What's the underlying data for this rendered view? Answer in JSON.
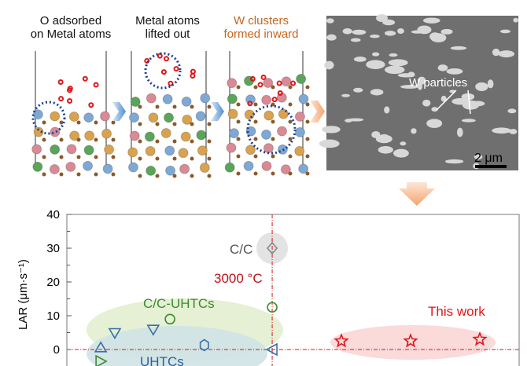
{
  "panels": {
    "step1": {
      "line1": "O adsorbed",
      "line2": "on Metal atoms"
    },
    "step2": {
      "line1": "Metal atoms",
      "line2": "lifted out"
    },
    "step3": {
      "line1": "W clusters",
      "line2": "formed inward"
    },
    "sem": {
      "label": "W particles",
      "scale_bar": "2 μm"
    }
  },
  "colors": {
    "red": "#e0161b",
    "green": "#3d8a2e",
    "blue": "#3a6fa5",
    "gray": "#888888",
    "orange": "#c8651f"
  },
  "chart_data": {
    "type": "scatter",
    "ylabel": "LAR (μm·s⁻¹)",
    "xlabel": "",
    "ylim": [
      -5,
      40
    ],
    "xlim": [
      0,
      100
    ],
    "yticks": [
      "40",
      "30",
      "20",
      "10",
      "0"
    ],
    "ytick_values": [
      40,
      30,
      20,
      10,
      0
    ],
    "reference_lines": {
      "vertical_label": "3000 °C",
      "vertical_x": 45.4,
      "horizontal_y": 0
    },
    "groups": [
      {
        "name": "C/C",
        "label": "C/C",
        "color": "#888888"
      },
      {
        "name": "C/C-UHTCs",
        "label": "C/C-UHTCs",
        "color": "#3d8a2e"
      },
      {
        "name": "UHTCs",
        "label": "UHTCs",
        "color": "#3a6fa5"
      },
      {
        "name": "This work",
        "label": "This work",
        "color": "#e0161b"
      }
    ],
    "series": [
      {
        "group": "C/C",
        "marker": "diamond",
        "color": "#888888",
        "points": [
          [
            45.4,
            30
          ]
        ]
      },
      {
        "group": "C/C-UHTCs",
        "marker": "circle",
        "color": "#3d8a2e",
        "points": [
          [
            22.8,
            9
          ],
          [
            45.4,
            12.5
          ]
        ]
      },
      {
        "group": "UHTCs",
        "marker": "triangle-down",
        "color": "#3a6fa5",
        "points": [
          [
            10.6,
            5
          ],
          [
            19.1,
            6
          ]
        ]
      },
      {
        "group": "UHTCs",
        "marker": "triangle-up",
        "color": "#3a6fa5",
        "points": [
          [
            7.5,
            0.5
          ]
        ]
      },
      {
        "group": "UHTCs",
        "marker": "hexagon",
        "color": "#3a6fa5",
        "points": [
          [
            30.4,
            1.3
          ]
        ]
      },
      {
        "group": "UHTCs",
        "marker": "triangle-left",
        "color": "#3a6fa5",
        "points": [
          [
            45.4,
            0
          ]
        ]
      },
      {
        "group": "C/C-UHTCs",
        "marker": "triangle-right",
        "color": "#3d8a2e",
        "points": [
          [
            7.5,
            -3.5
          ]
        ]
      },
      {
        "group": "This work",
        "marker": "star",
        "color": "#e0161b",
        "points": [
          [
            60.7,
            2.5
          ],
          [
            76,
            2.5
          ],
          [
            91.3,
            3
          ]
        ]
      }
    ]
  }
}
